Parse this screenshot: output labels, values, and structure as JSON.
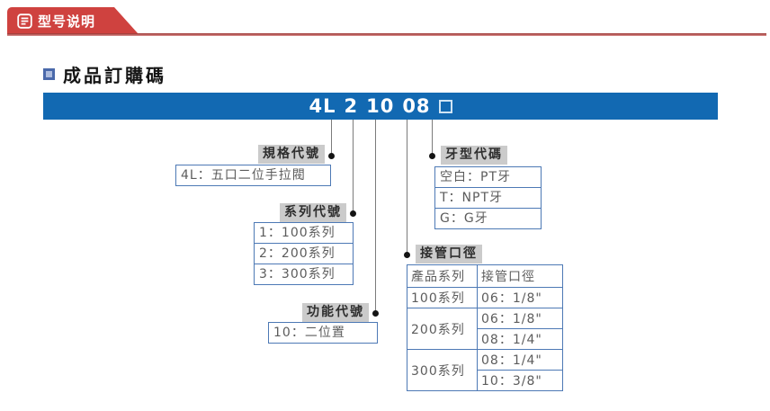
{
  "banner": {
    "title": "型号说明"
  },
  "section_title": "成品訂購碼",
  "code_bar": {
    "part1": "4L",
    "part2": "2",
    "part3": "10",
    "part4": "08"
  },
  "spec": {
    "label": "規格代號",
    "item": "4L：五口二位手拉閥"
  },
  "series": {
    "label": "系列代號",
    "items": [
      "1：100系列",
      "2：200系列",
      "3：300系列"
    ]
  },
  "func": {
    "label": "功能代號",
    "item": "10：二位置"
  },
  "thread": {
    "label": "牙型代碼",
    "items": [
      "空白：PT牙",
      "T：NPT牙",
      "G：G牙"
    ]
  },
  "port": {
    "label": "接管口徑",
    "headers": [
      "產品系列",
      "接管口徑"
    ],
    "rows": [
      {
        "series": "100系列",
        "sizes": [
          "06：1/8\""
        ]
      },
      {
        "series": "200系列",
        "sizes": [
          "06：1/8\"",
          "08：1/4\""
        ]
      },
      {
        "series": "300系列",
        "sizes": [
          "08：1/4\"",
          "10：3/8\""
        ]
      }
    ]
  },
  "colors": {
    "banner_red": "#cf423f",
    "bar_blue": "#1269b2",
    "box_border_blue": "#4d79b5",
    "label_gray": "#cbcbcb"
  }
}
